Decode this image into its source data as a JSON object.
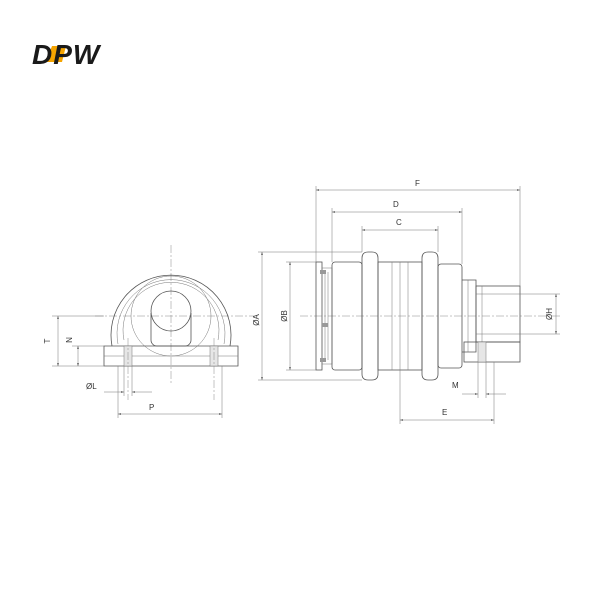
{
  "brand": {
    "logo_text": "DPW",
    "colors": {
      "dark": "#1a1a1a",
      "accent": "#f5a400"
    }
  },
  "labels": {
    "F": "F",
    "D": "D",
    "C": "C",
    "dia_A": "ØA",
    "dia_B": "ØB",
    "dia_H": "ØH",
    "M": "M",
    "E": "E",
    "T": "T",
    "N": "N",
    "dia_L": "ØL",
    "P": "P"
  }
}
